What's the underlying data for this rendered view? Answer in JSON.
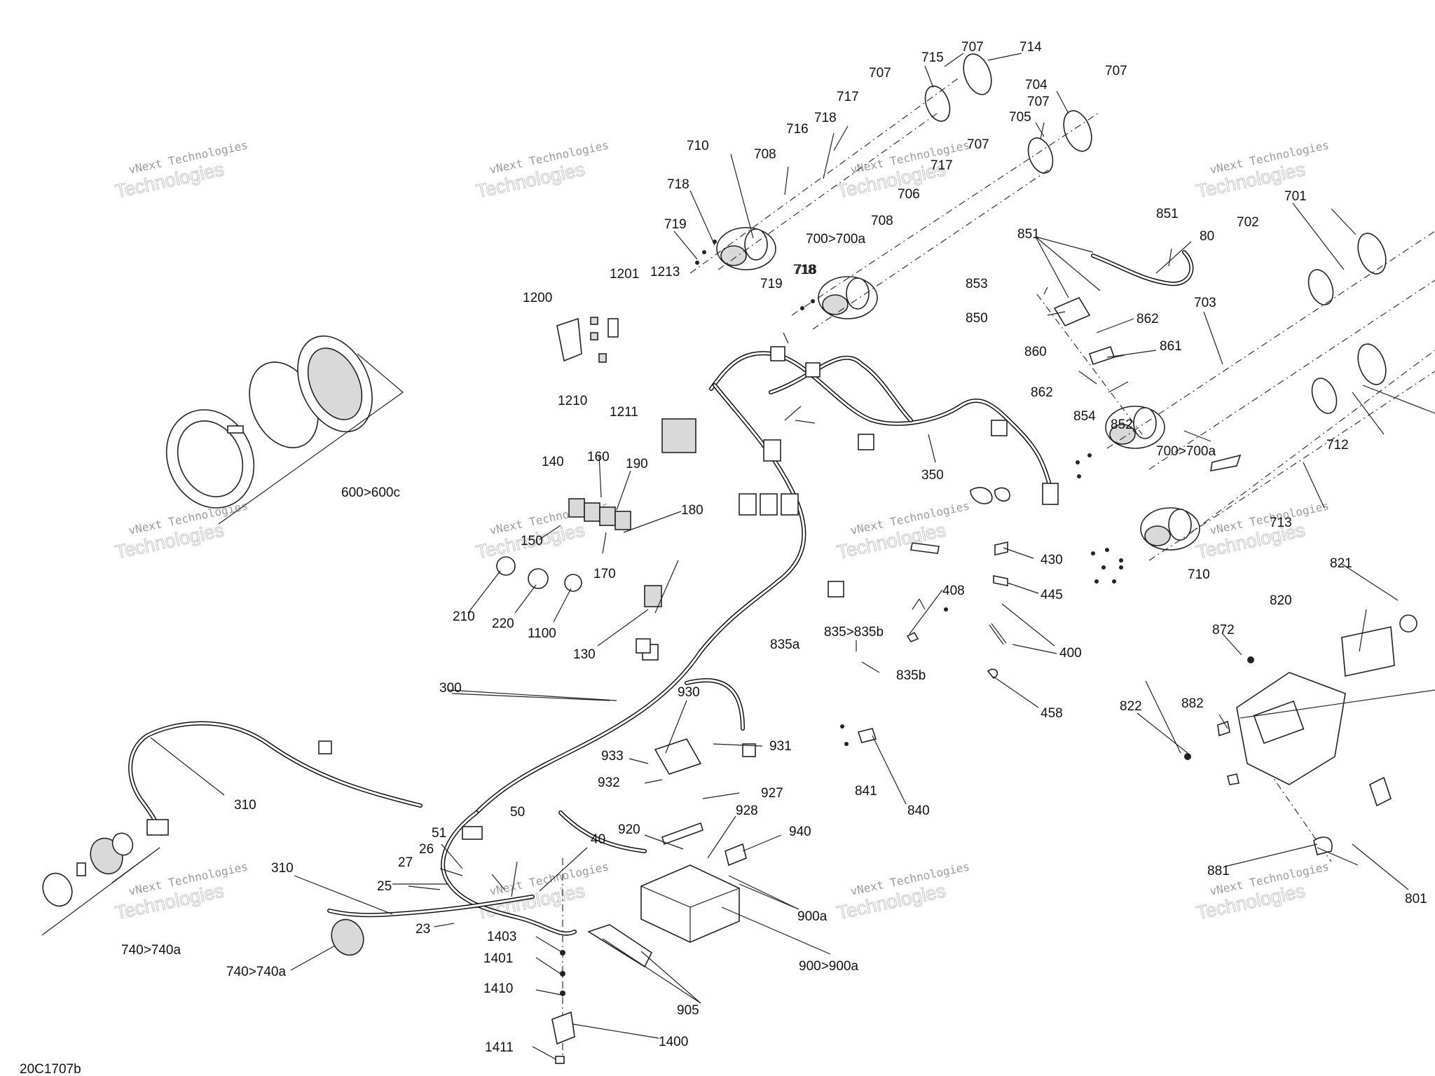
{
  "drawing_code": "20C1707b",
  "watermark": {
    "line1": "vNext Technologies",
    "line2": "Technologies"
  },
  "callouts": [
    "707",
    "714",
    "715",
    "707",
    "704",
    "707",
    "717",
    "707",
    "705",
    "718",
    "716",
    "710",
    "708",
    "707",
    "717",
    "718",
    "706",
    "851",
    "80",
    "718",
    "719",
    "700>700a",
    "708",
    "851",
    "701",
    "702",
    "1201",
    "1213",
    "719",
    "718",
    "853",
    "850",
    "862",
    "703",
    "1200",
    "860",
    "861",
    "862",
    "854",
    "852",
    "700>700a",
    "1210",
    "1211",
    "712",
    "140",
    "160",
    "190",
    "350",
    "180",
    "150",
    "170",
    "713",
    "430",
    "710",
    "210",
    "220",
    "1100",
    "821",
    "408",
    "445",
    "820",
    "130",
    "835>835b",
    "400",
    "872",
    "835a",
    "835b",
    "300",
    "930",
    "458",
    "822",
    "882",
    "933",
    "931",
    "310",
    "932",
    "927",
    "841",
    "840",
    "928",
    "940",
    "50",
    "920",
    "51",
    "40",
    "26",
    "27",
    "310",
    "881",
    "801",
    "25",
    "900a",
    "23",
    "1403",
    "1401",
    "740>740a",
    "740>740a",
    "1410",
    "905",
    "900>900a",
    "1400",
    "1411",
    "600>600c"
  ]
}
